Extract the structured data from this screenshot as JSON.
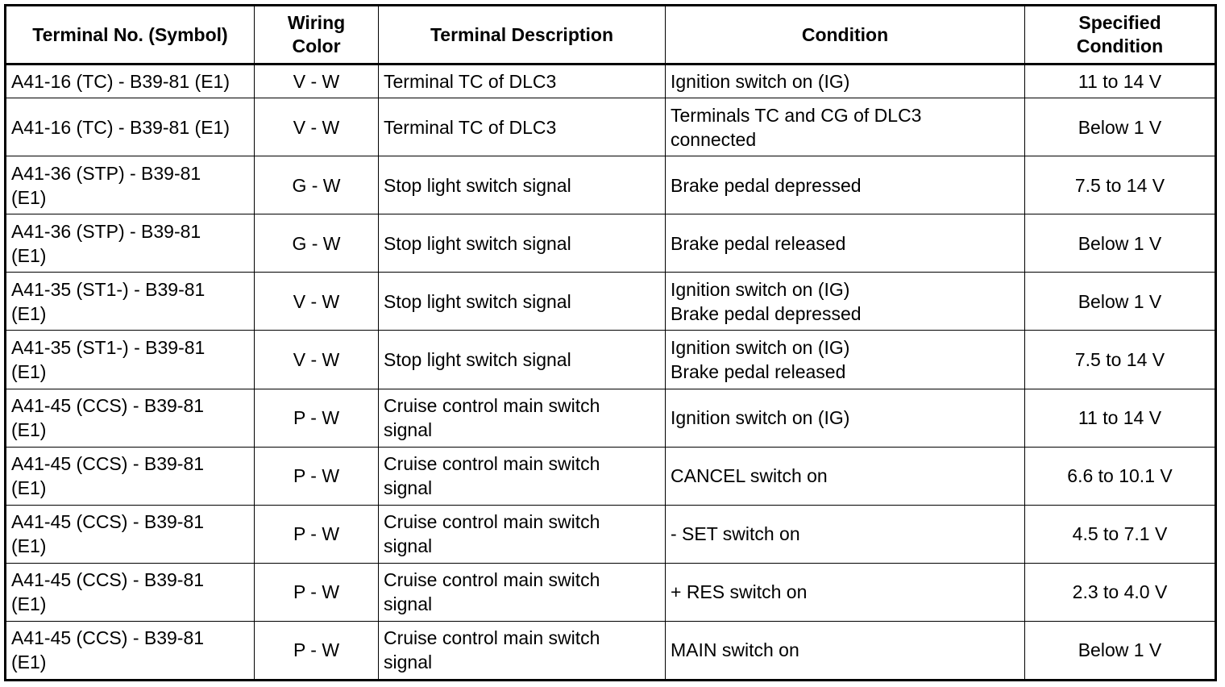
{
  "table": {
    "headers": {
      "terminal": "Terminal No. (Symbol)",
      "wiring": "Wiring\nColor",
      "description": "Terminal Description",
      "condition": "Condition",
      "specified": "Specified\nCondition"
    },
    "rows": [
      {
        "terminal": "A41-16 (TC) - B39-81 (E1)",
        "wiring": "V - W",
        "description": "Terminal TC of DLC3",
        "condition": "Ignition switch on (IG)",
        "specified": "11 to 14 V"
      },
      {
        "terminal": "A41-16 (TC) - B39-81 (E1)",
        "wiring": "V - W",
        "description": "Terminal TC of DLC3",
        "condition": "Terminals TC and CG of DLC3\nconnected",
        "specified": "Below 1 V"
      },
      {
        "terminal": "A41-36 (STP) - B39-81\n(E1)",
        "wiring": "G - W",
        "description": "Stop light switch signal",
        "condition": "Brake pedal depressed",
        "specified": "7.5 to 14 V"
      },
      {
        "terminal": "A41-36 (STP) - B39-81\n(E1)",
        "wiring": "G - W",
        "description": "Stop light switch signal",
        "condition": "Brake pedal released",
        "specified": "Below 1 V"
      },
      {
        "terminal": "A41-35 (ST1-) - B39-81\n(E1)",
        "wiring": "V - W",
        "description": "Stop light switch signal",
        "condition": "Ignition switch on (IG)\nBrake pedal depressed",
        "specified": "Below 1 V"
      },
      {
        "terminal": "A41-35 (ST1-) - B39-81\n(E1)",
        "wiring": "V - W",
        "description": "Stop light switch signal",
        "condition": "Ignition switch on (IG)\nBrake pedal released",
        "specified": "7.5 to 14 V"
      },
      {
        "terminal": "A41-45 (CCS) - B39-81\n(E1)",
        "wiring": "P - W",
        "description": "Cruise control main switch\nsignal",
        "condition": "Ignition switch on (IG)",
        "specified": "11 to 14 V"
      },
      {
        "terminal": "A41-45 (CCS) - B39-81\n(E1)",
        "wiring": "P - W",
        "description": "Cruise control main switch\nsignal",
        "condition": "CANCEL switch on",
        "specified": "6.6 to 10.1 V"
      },
      {
        "terminal": "A41-45 (CCS) - B39-81\n(E1)",
        "wiring": "P - W",
        "description": "Cruise control main switch\nsignal",
        "condition": "- SET switch on",
        "specified": "4.5 to 7.1 V"
      },
      {
        "terminal": "A41-45 (CCS) - B39-81\n(E1)",
        "wiring": "P - W",
        "description": "Cruise control main switch\nsignal",
        "condition": "+ RES switch on",
        "specified": "2.3 to 4.0 V"
      },
      {
        "terminal": "A41-45 (CCS) - B39-81\n(E1)",
        "wiring": "P - W",
        "description": "Cruise control main switch\nsignal",
        "condition": "MAIN switch on",
        "specified": "Below 1 V"
      }
    ]
  }
}
